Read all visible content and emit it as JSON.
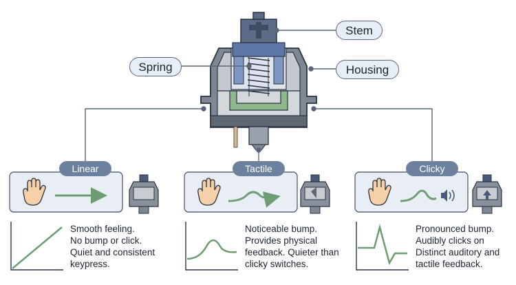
{
  "labels": {
    "stem": "Stem",
    "spring": "Spring",
    "housing": "Housing"
  },
  "switch_types": [
    {
      "name": "Linear",
      "description": [
        "Smooth feeling.",
        "No bump or click.",
        "Quiet and consistent",
        "keypress."
      ]
    },
    {
      "name": "Tactile",
      "description": [
        "Noticeable bump.",
        "Provides physical",
        "feedback. Quieter than",
        "clicky switches."
      ]
    },
    {
      "name": "Clicky",
      "description": [
        "Pronounced bump.",
        "Audibly clicks on",
        "Distinct auditory and",
        "tactile feedback."
      ]
    }
  ],
  "colors": {
    "stem": "#4a5a78",
    "housing": "#8a9099",
    "housing_light": "#c9ccd1",
    "spring_area": "#d8deea",
    "green_leaf": "#8fb98c",
    "curve": "#6e9c74",
    "pill": "#6c819e",
    "panel_fill": "#e9eef5",
    "hand": "#f6d0a8"
  },
  "icons": [
    "hand-icon",
    "arrow-right-icon",
    "speaker-icon",
    "mini-switch-icon"
  ]
}
